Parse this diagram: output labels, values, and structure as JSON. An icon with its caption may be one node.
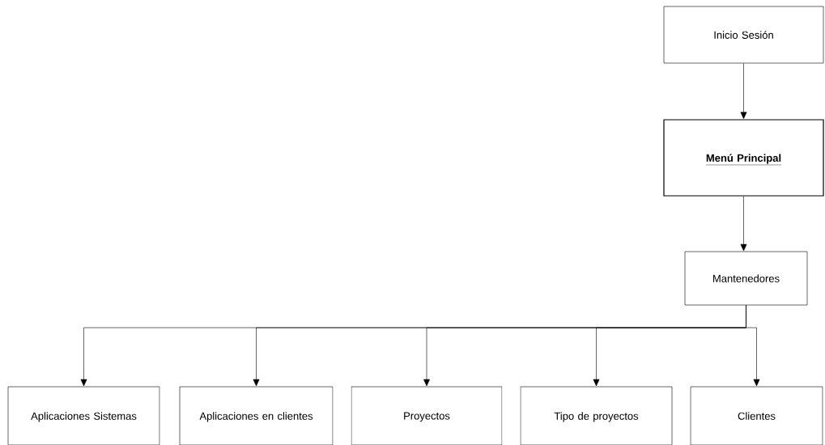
{
  "diagram": {
    "nodes": [
      {
        "text": [
          "Inicio Sesión"
        ]
      },
      {
        "text": [
          "Menú Principal"
        ]
      },
      {
        "text": [
          "Mantenedores"
        ]
      },
      {
        "text": [
          "Aplicaciones Sistemas"
        ]
      },
      {
        "text": [
          "Aplicaciones en clientes"
        ]
      },
      {
        "text": [
          "Proyectos"
        ]
      },
      {
        "text": [
          "Tipo de proyectos"
        ]
      },
      {
        "text": [
          "Clientes"
        ]
      }
    ],
    "edges": [
      {
        "from": 0,
        "to": 1,
        "arrow": "to"
      },
      {
        "from": 1,
        "to": 2,
        "arrow": "to"
      },
      {
        "from": 2,
        "to": 3,
        "arrow": "to"
      },
      {
        "from": 2,
        "to": 4,
        "arrow": "to"
      },
      {
        "from": 2,
        "to": 5,
        "arrow": "to"
      },
      {
        "from": 2,
        "to": 6,
        "arrow": "to"
      },
      {
        "from": 2,
        "to": 7,
        "arrow": "to"
      }
    ]
  }
}
